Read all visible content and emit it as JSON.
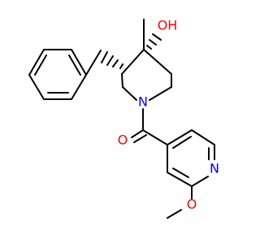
{
  "molecule": {
    "atoms": {
      "hydroxyl": "OH",
      "ring_nitrogen": "N",
      "carbonyl_oxygen": "O",
      "pyridine_nitrogen": "N",
      "ether_oxygen": "O"
    },
    "colors": {
      "bond": "#000000",
      "oxygen": "#ff0000",
      "nitrogen": "#0000ff",
      "background": "#ffffff"
    }
  }
}
